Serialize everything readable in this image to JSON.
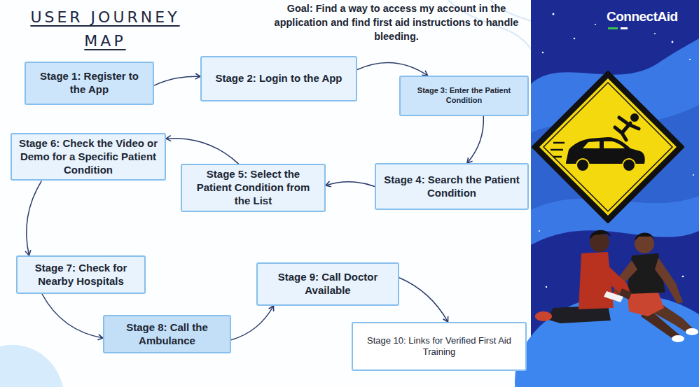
{
  "diagram": {
    "title": "USER JOURNEY MAP",
    "nodes": [
      {
        "text": [
          "Stage 1: Register to the App"
        ]
      },
      {
        "text": [
          "Stage 2: Login to the App"
        ]
      },
      {
        "text": [
          "Stage 3: Enter the Patient Condition"
        ]
      },
      {
        "text": [
          "Stage 4: Search the Patient Condition"
        ]
      },
      {
        "text": [
          "Stage 5: Select the Patient Condition from the List"
        ]
      },
      {
        "text": [
          "Stage 6: Check the Video or Demo for a Specific Patient Condition"
        ]
      },
      {
        "text": [
          "Stage 7: Check for Nearby Hospitals"
        ]
      },
      {
        "text": [
          "Stage 8: Call the Ambulance"
        ]
      },
      {
        "text": [
          "Stage 9: Call Doctor Available"
        ]
      },
      {
        "text": [
          "Stage 10: Links for Verified First Aid Training"
        ]
      }
    ],
    "edges": [
      {
        "from": 0,
        "to": 1,
        "arrow": "to"
      },
      {
        "from": 1,
        "to": 2,
        "arrow": "to"
      },
      {
        "from": 2,
        "to": 3,
        "arrow": "to"
      },
      {
        "from": 3,
        "to": 4,
        "arrow": "to"
      },
      {
        "from": 4,
        "to": 5,
        "arrow": "to"
      },
      {
        "from": 5,
        "to": 6,
        "arrow": "to"
      },
      {
        "from": 6,
        "to": 7,
        "arrow": "to"
      },
      {
        "from": 7,
        "to": 8,
        "arrow": "to"
      },
      {
        "from": 8,
        "to": 9,
        "arrow": "to"
      }
    ],
    "labels": [
      "Goal: Find a way to access my account in the application and find first aid instructions to handle bleeding.",
      "ConnectAid"
    ]
  }
}
